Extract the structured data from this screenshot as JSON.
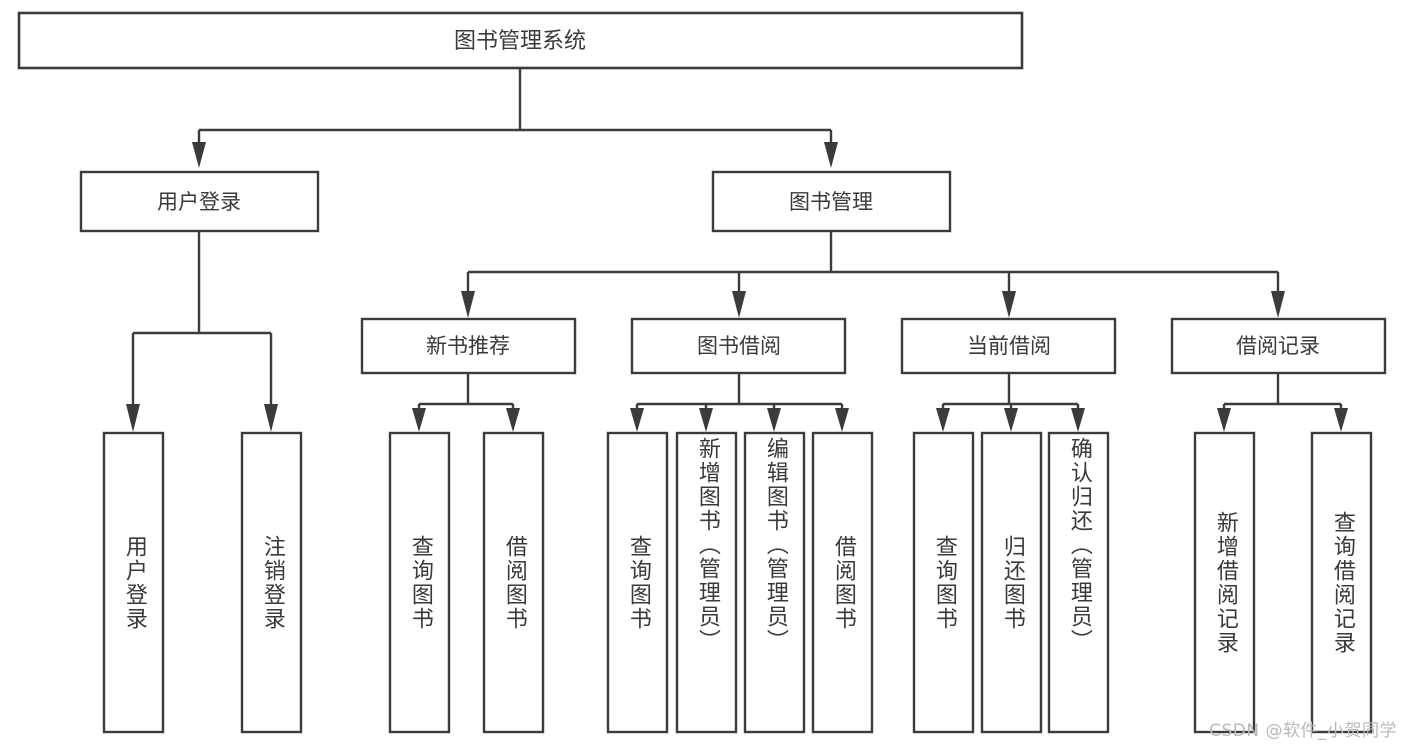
{
  "diagram": {
    "title": "图书管理系统",
    "type": "tree",
    "orientation": "top-down",
    "colors": {
      "stroke": "#3b3b3b",
      "fill": "#ffffff",
      "text": "#3a3a3a",
      "watermark": "#b9b9b9",
      "background": "#ffffff"
    },
    "root": {
      "label": "图书管理系统"
    },
    "level1": [
      {
        "label": "用户登录"
      },
      {
        "label": "图书管理"
      }
    ],
    "level2": [
      {
        "label": "新书推荐"
      },
      {
        "label": "图书借阅"
      },
      {
        "label": "当前借阅"
      },
      {
        "label": "借阅记录"
      }
    ],
    "leaves": {
      "user_login": [
        {
          "label": "用户登录"
        },
        {
          "label": "注销登录"
        }
      ],
      "new_book_recommend": [
        {
          "label": "查询图书"
        },
        {
          "label": "借阅图书"
        }
      ],
      "book_borrow": [
        {
          "label": "查询图书"
        },
        {
          "label": "新增图书（管理员）"
        },
        {
          "label": "编辑图书（管理员）"
        },
        {
          "label": "借阅图书"
        }
      ],
      "current_borrow": [
        {
          "label": "查询图书"
        },
        {
          "label": "归还图书"
        },
        {
          "label": "确认归还（管理员）"
        }
      ],
      "borrow_record": [
        {
          "label": "新增借阅记录"
        },
        {
          "label": "查询借阅记录"
        }
      ]
    }
  },
  "watermark": {
    "text": "CSDN @软件_小贺同学"
  }
}
